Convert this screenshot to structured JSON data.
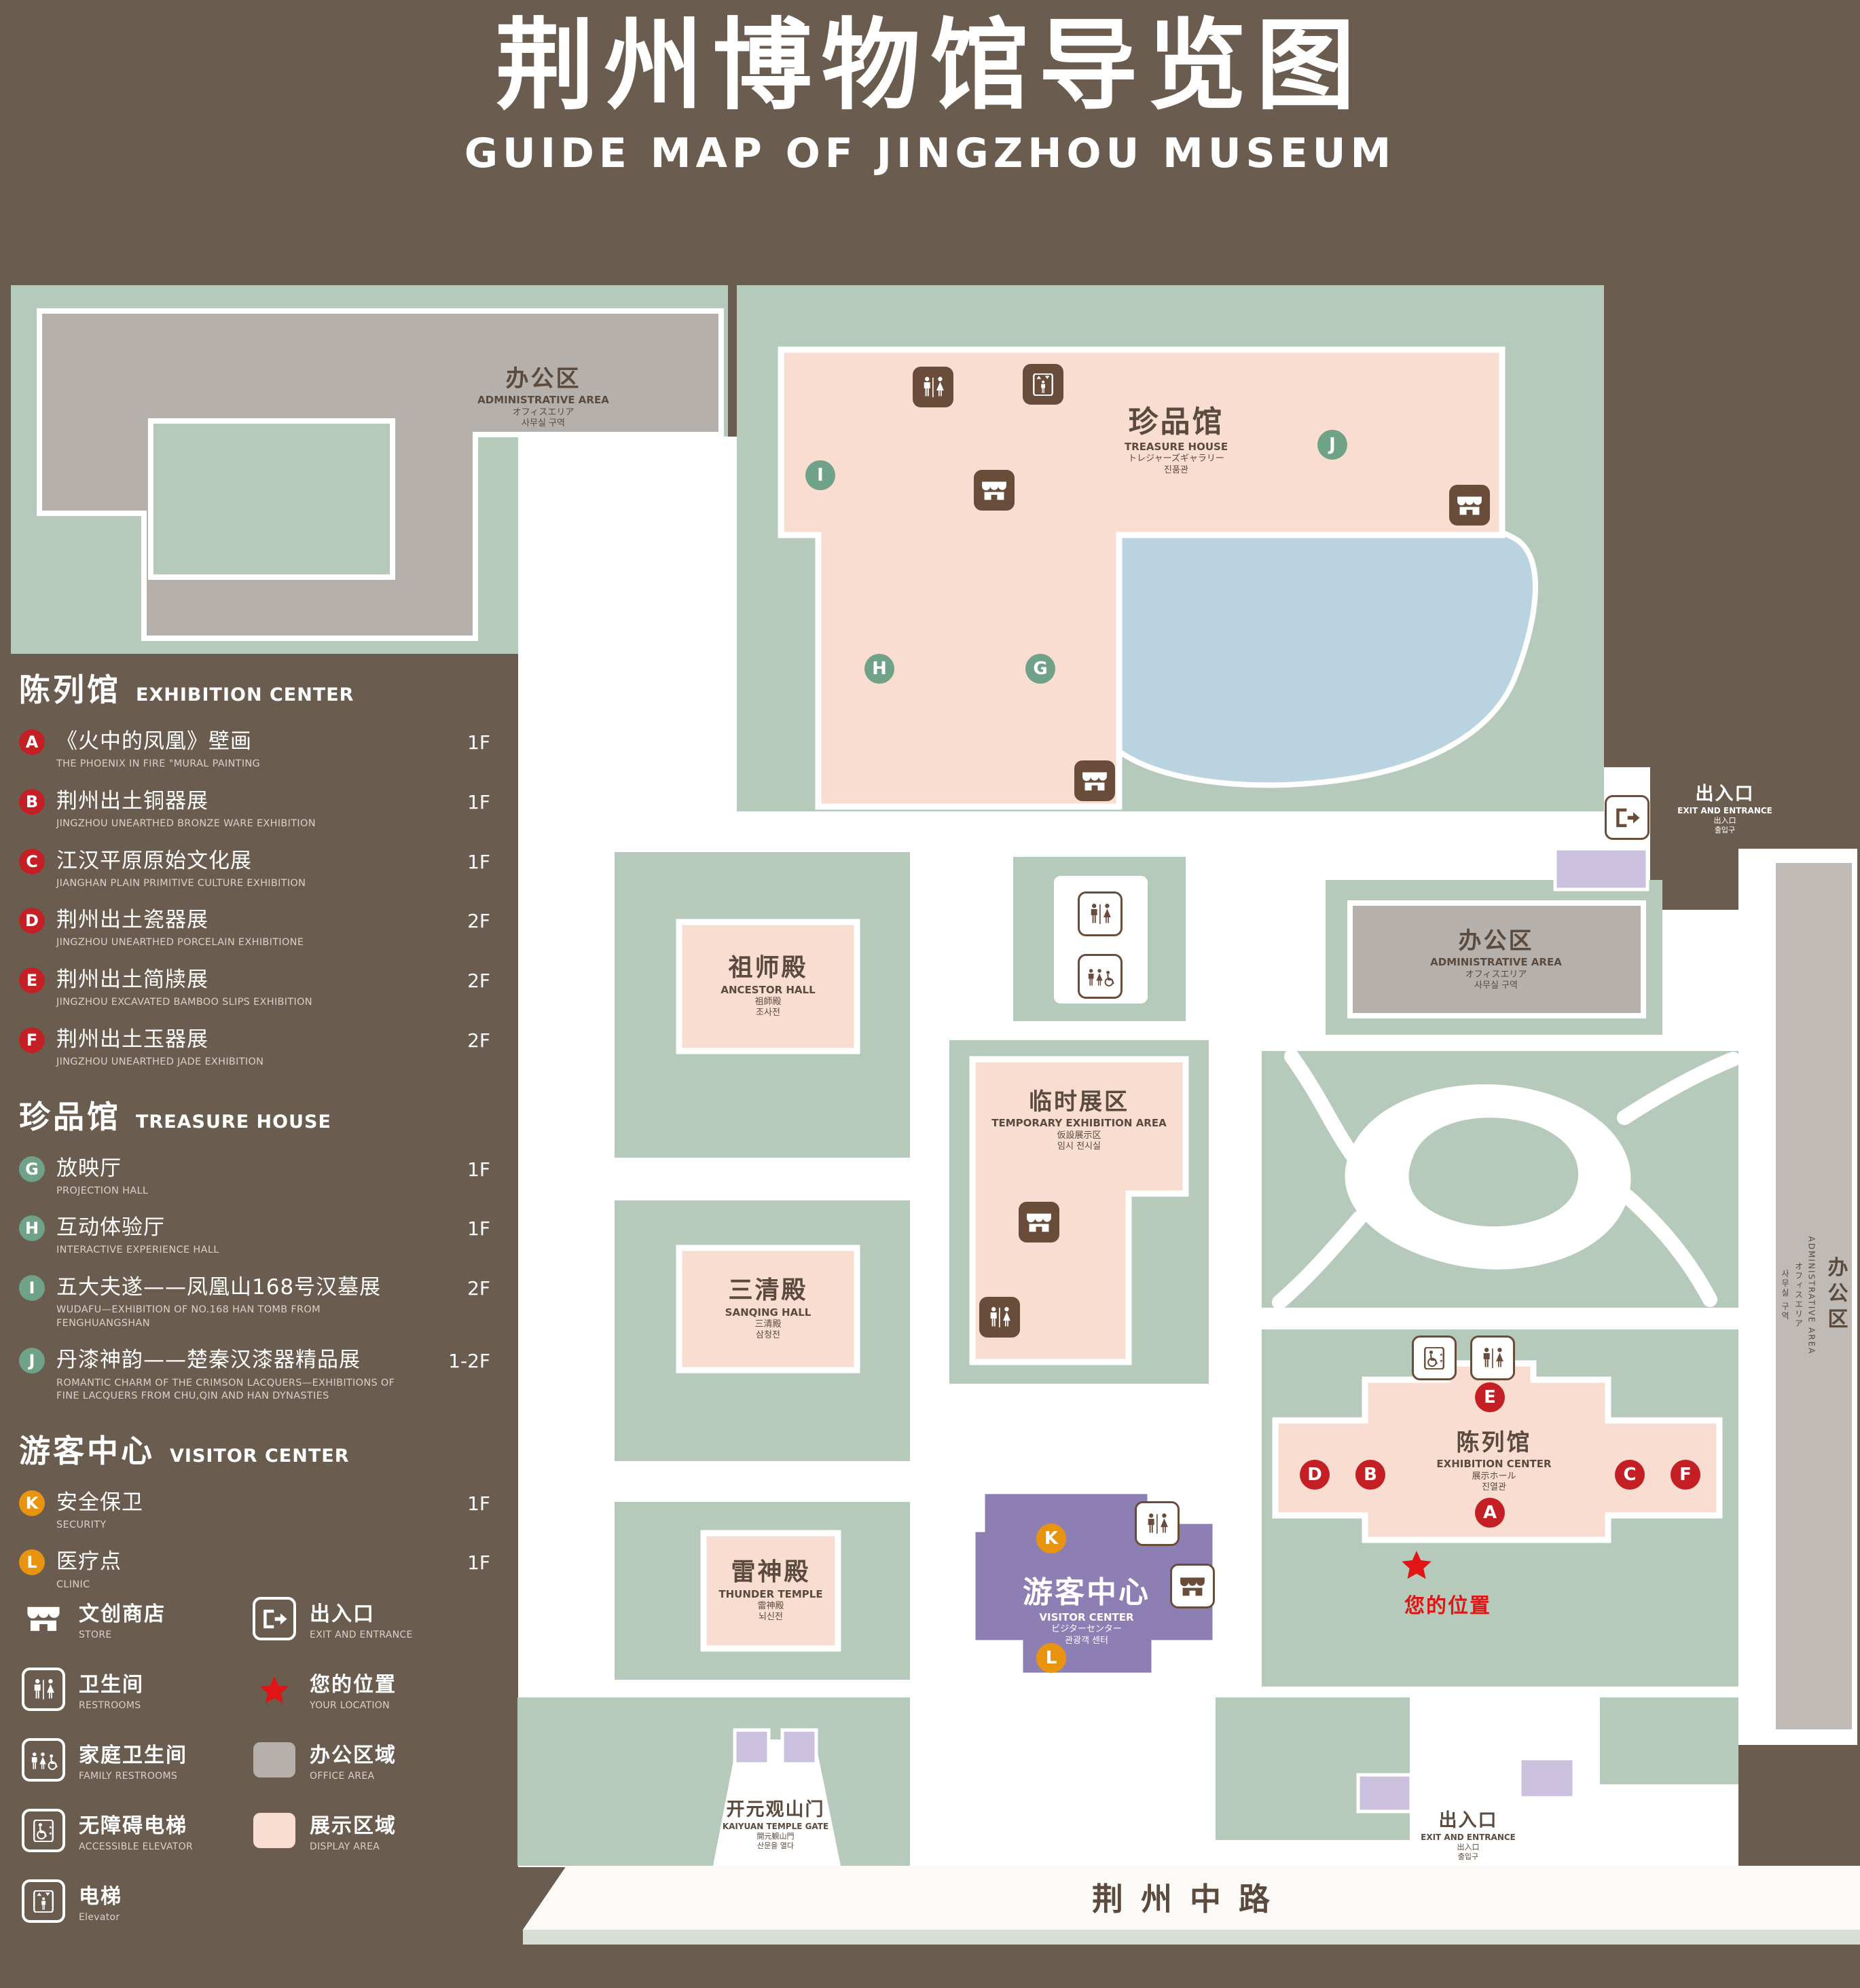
{
  "title": {
    "zh": "荆州博物馆导览图",
    "en": "GUIDE MAP OF JINGZHOU MUSEUM"
  },
  "colors": {
    "background": "#6b5c50",
    "landscape_green": "#b6cabc",
    "display_area_pink": "#f9ddd1",
    "office_area_gray": "#b5b0ab",
    "water_blue": "#b9d3e1",
    "visitor_center_purple": "#8d7fb4",
    "entrance_lilac": "#cbc0de",
    "marker_red": "#c41f24",
    "marker_green": "#6fa288",
    "marker_orange": "#e9940f",
    "location_red": "#e01515",
    "icon_brown": "#6a4c3b"
  },
  "legend": {
    "sections": [
      {
        "heading_zh": "陈列馆",
        "heading_en": "EXHIBITION CENTER",
        "items": [
          {
            "letter": "A",
            "zh": "《火中的凤凰》壁画",
            "en": "THE PHOENIX IN FIRE \"MURAL PAINTING",
            "floor": "1F"
          },
          {
            "letter": "B",
            "zh": "荆州出土铜器展",
            "en": "JINGZHOU UNEARTHED BRONZE WARE EXHIBITION",
            "floor": "1F"
          },
          {
            "letter": "C",
            "zh": "江汉平原原始文化展",
            "en": "JIANGHAN PLAIN PRIMITIVE CULTURE EXHIBITION",
            "floor": "1F"
          },
          {
            "letter": "D",
            "zh": "荆州出土瓷器展",
            "en": "JINGZHOU UNEARTHED PORCELAIN EXHIBITIONE",
            "floor": "2F"
          },
          {
            "letter": "E",
            "zh": "荆州出土简牍展",
            "en": "JINGZHOU EXCAVATED BAMBOO SLIPS EXHIBITION",
            "floor": "2F"
          },
          {
            "letter": "F",
            "zh": "荆州出土玉器展",
            "en": "JINGZHOU UNEARTHED JADE EXHIBITION",
            "floor": "2F"
          }
        ]
      },
      {
        "heading_zh": "珍品馆",
        "heading_en": "TREASURE HOUSE",
        "items": [
          {
            "letter": "G",
            "zh": "放映厅",
            "en": "PROJECTION HALL",
            "floor": "1F"
          },
          {
            "letter": "H",
            "zh": "互动体验厅",
            "en": "INTERACTIVE EXPERIENCE HALL",
            "floor": "1F"
          },
          {
            "letter": "I",
            "zh": "五大夫遂——凤凰山168号汉墓展",
            "en": "WUDAFU—EXHIBITION OF NO.168 HAN TOMB FROM FENGHUANGSHAN",
            "floor": "2F"
          },
          {
            "letter": "J",
            "zh": "丹漆神韵——楚秦汉漆器精品展",
            "en": "ROMANTIC CHARM OF THE CRIMSON LACQUERS—EXHIBITIONS OF FINE LACQUERS FROM CHU,QIN AND HAN DYNASTIES",
            "floor": "1-2F"
          }
        ]
      },
      {
        "heading_zh": "游客中心",
        "heading_en": "VISITOR CENTER",
        "items": [
          {
            "letter": "K",
            "zh": "安全保卫",
            "en": "SECURITY",
            "floor": "1F"
          },
          {
            "letter": "L",
            "zh": "医疗点",
            "en": "CLINIC",
            "floor": "1F"
          }
        ]
      }
    ],
    "symbols": [
      {
        "icon": "store-icon",
        "zh": "文创商店",
        "en": "STORE"
      },
      {
        "icon": "exit-icon",
        "zh": "出入口",
        "en": "EXIT AND ENTRANCE"
      },
      {
        "icon": "restroom-icon",
        "zh": "卫生间",
        "en": "RESTROOMS"
      },
      {
        "icon": "your-location-icon",
        "zh": "您的位置",
        "en": "YOUR LOCATION"
      },
      {
        "icon": "family-restroom-icon",
        "zh": "家庭卫生间",
        "en": "FAMILY RESTROOMS"
      },
      {
        "icon": "office-area-swatch",
        "zh": "办公区域",
        "en": "OFFICE AREA"
      },
      {
        "icon": "accessible-elevator-icon",
        "zh": "无障碍电梯",
        "en": "ACCESSIBLE ELEVATOR"
      },
      {
        "icon": "display-area-swatch",
        "zh": "展示区域",
        "en": "DISPLAY AREA"
      },
      {
        "icon": "elevator-icon",
        "zh": "电梯",
        "en": "Elevator"
      }
    ]
  },
  "map": {
    "labels": {
      "admin_area": {
        "zh": "办公区",
        "en": "ADMINISTRATIVE AREA",
        "ja": "オフィスエリア",
        "ko": "사무실 구역"
      },
      "treasure_house": {
        "zh": "珍品馆",
        "en": "TREASURE HOUSE",
        "ja": "トレジャーズギャラリー",
        "ko": "진품관"
      },
      "ancestor_hall": {
        "zh": "祖师殿",
        "en": "ANCESTOR HALL",
        "ja": "祖師殿",
        "ko": "조사전"
      },
      "temporary_area": {
        "zh": "临时展区",
        "en": "TEMPORARY EXHIBITION AREA",
        "ja": "仮設展示区",
        "ko": "임시 전시실"
      },
      "sanqing_hall": {
        "zh": "三清殿",
        "en": "SANQING HALL",
        "ja": "三清殿",
        "ko": "삼청전"
      },
      "thunder_temple": {
        "zh": "雷神殿",
        "en": "THUNDER TEMPLE",
        "ja": "雷神殿",
        "ko": "뇌신전"
      },
      "exhibition_center": {
        "zh": "陈列馆",
        "en": "EXHIBITION CENTER",
        "ja": "展示ホール",
        "ko": "진열관"
      },
      "visitor_center": {
        "zh": "游客中心",
        "en": "VISITOR CENTER",
        "ja": "ビジターセンター",
        "ko": "관광객 센터"
      },
      "gate": {
        "zh": "开元观山门",
        "en": "KAIYUAN TEMPLE GATE",
        "ja": "開元観山門",
        "ko": "산문을 열다"
      },
      "exit": {
        "zh": "出入口",
        "en": "EXIT AND ENTRANCE",
        "ja": "出入口",
        "ko": "출입구"
      },
      "road": {
        "zh": "荆州中路"
      },
      "your_location": {
        "zh": "您的位置"
      }
    },
    "markers": [
      "A",
      "B",
      "C",
      "D",
      "E",
      "F",
      "G",
      "H",
      "I",
      "J",
      "K",
      "L"
    ]
  }
}
